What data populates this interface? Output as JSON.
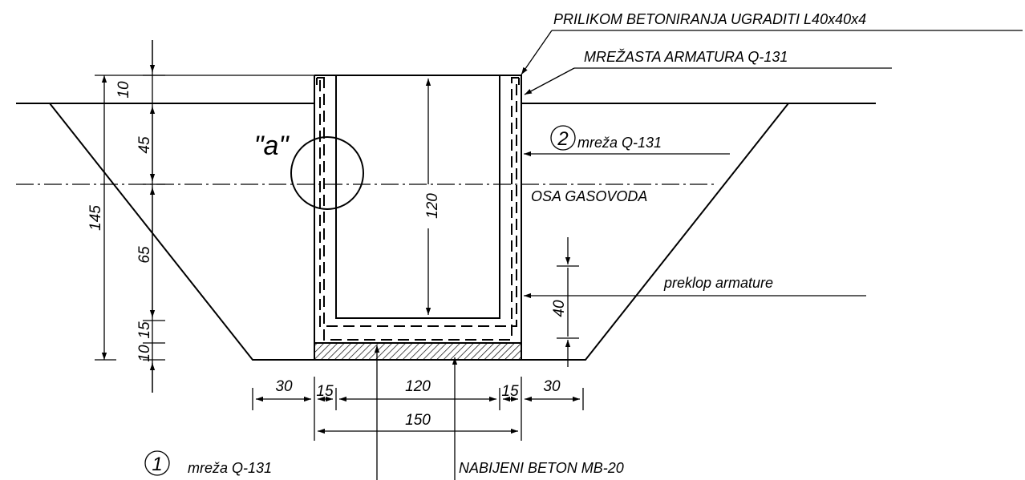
{
  "labels": {
    "l40": "PRILIKOM BETONIRANJA UGRADITI L40x40x4",
    "mesh": "MREŽASTA ARMATURA Q-131",
    "detail_a": "\"a\"",
    "axis": "OSA GASOVODA",
    "mesh2_num": "2",
    "mesh2_text": "mreža Q-131",
    "mesh1_num": "1",
    "mesh1_text": "mreža Q-131",
    "overlap": "preklop armature",
    "concrete": "NABIJENI BETON MB-20"
  },
  "dims": {
    "v10_top": "10",
    "v45": "45",
    "v145": "145",
    "v65": "65",
    "v15": "15",
    "v10_bot": "10",
    "v120": "120",
    "v40": "40",
    "h30_left": "30",
    "h15_left": "15",
    "h120": "120",
    "h15_right": "15",
    "h30_right": "30",
    "h150": "150"
  }
}
